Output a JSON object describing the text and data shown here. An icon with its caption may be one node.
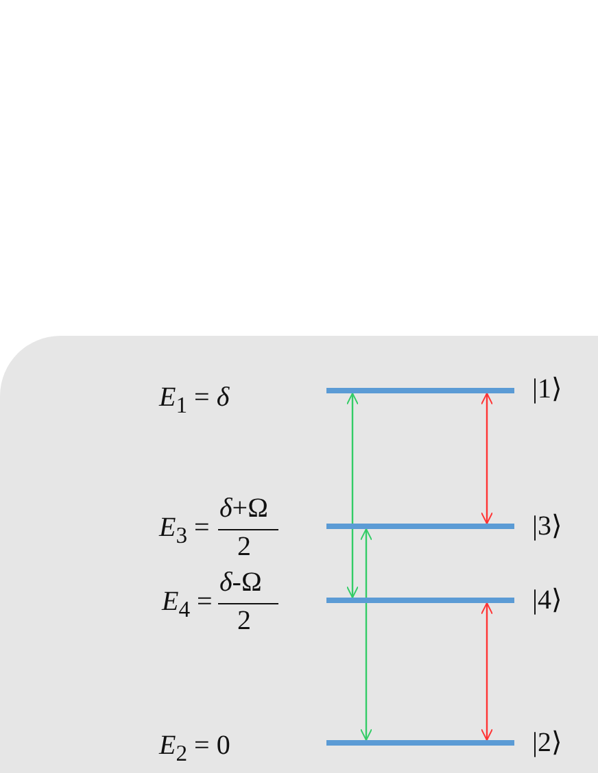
{
  "diagram": {
    "nodes": [
      {
        "text": [],
        "shape": "bar"
      },
      {
        "text": [],
        "shape": "bar"
      },
      {
        "text": [],
        "shape": "bar"
      },
      {
        "text": [],
        "shape": "bar"
      }
    ],
    "edges": [
      {
        "from": 0,
        "to": 2,
        "arrow": "both",
        "color": "#33cc66"
      },
      {
        "from": 1,
        "to": 3,
        "arrow": "both",
        "color": "#33cc66"
      },
      {
        "from": 0,
        "to": 1,
        "arrow": "both",
        "color": "#ff3333"
      },
      {
        "from": 2,
        "to": 3,
        "arrow": "both",
        "color": "#ff3333"
      }
    ],
    "labels": [
      "*E*$_{1}$ = *δ*",
      "|1⟩",
      "*E*$_{3}$ =",
      "*δ*+Ω",
      "2",
      "|3⟩",
      "*E*$_{4}$ =",
      "*δ*-Ω",
      "2",
      "|4⟩",
      "*E*$_{2}$ = 0",
      "|2⟩"
    ]
  }
}
